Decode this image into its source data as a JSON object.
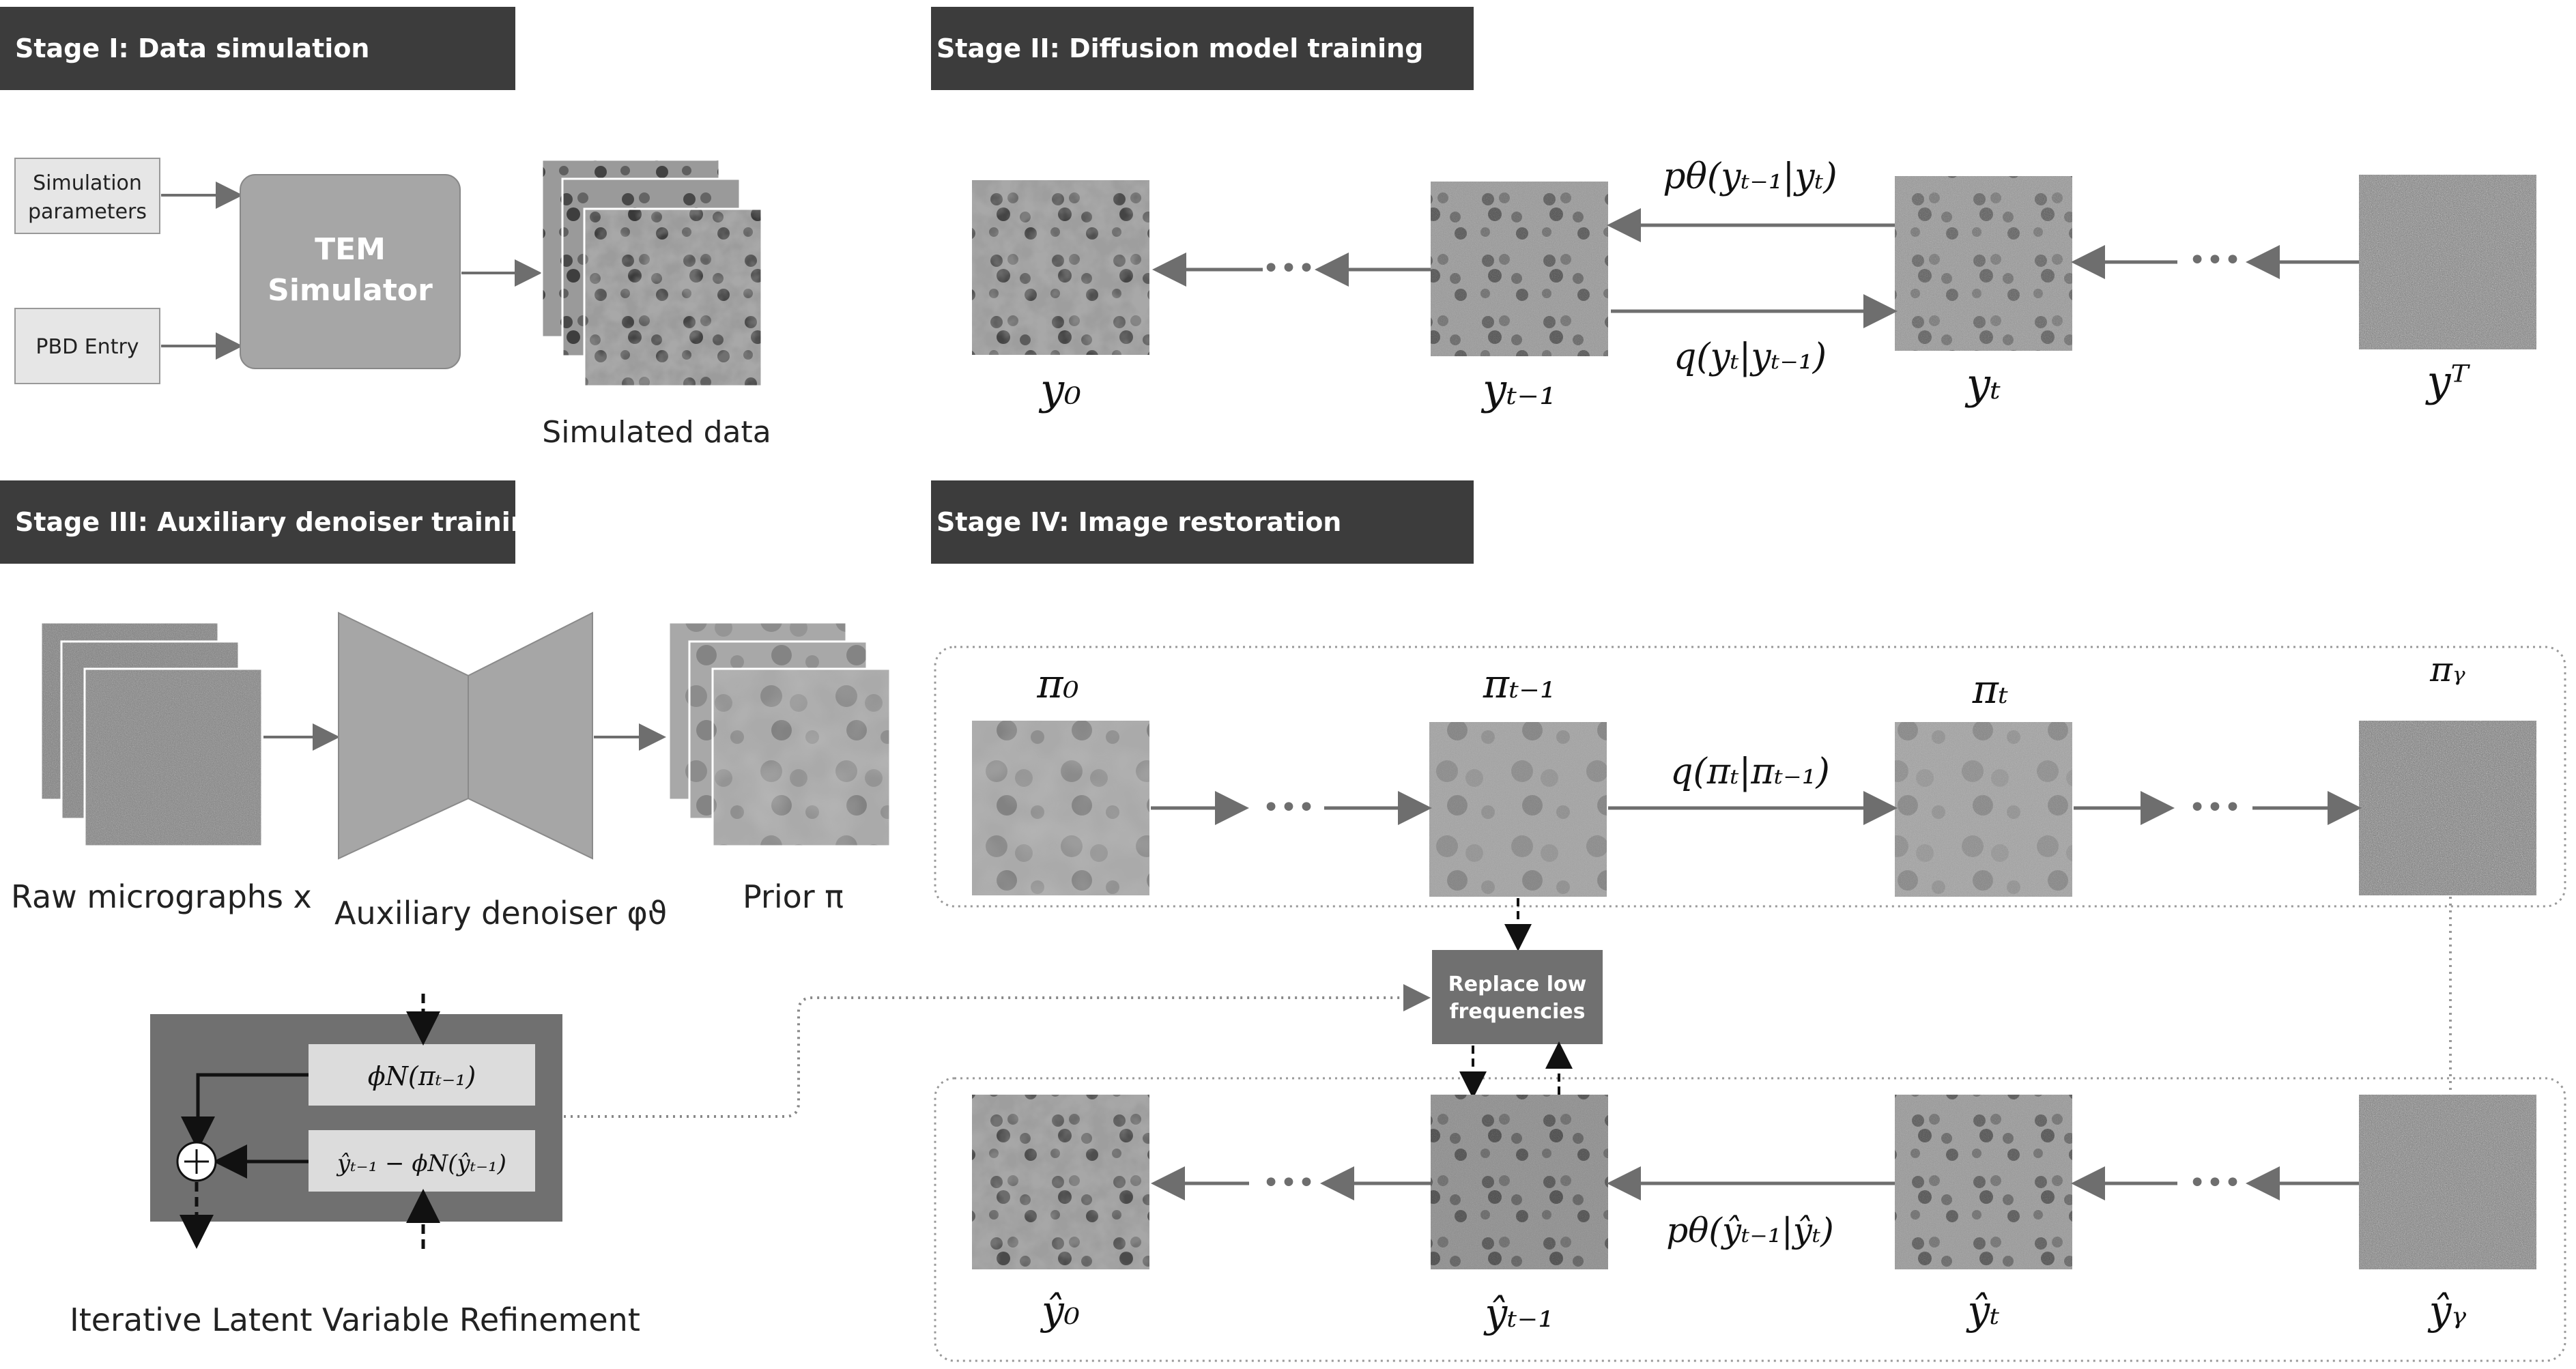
{
  "stage1": {
    "header": "Stage I: Data simulation",
    "input_sim": [
      "Simulation",
      "parameters"
    ],
    "input_pbd": "PBD Entry",
    "simulator": [
      "TEM",
      "Simulator"
    ],
    "output_label": "Simulated data"
  },
  "stage2": {
    "header": "Stage II: Diffusion model training",
    "labels": {
      "y0": "y₀",
      "ytm1": "yₜ₋₁",
      "yt": "yₜ",
      "yT": "yᵀ"
    },
    "reverse": "pθ(yₜ₋₁|yₜ)",
    "forward": "q(yₜ|yₜ₋₁)",
    "ellipsis": "•••"
  },
  "stage3": {
    "header": "Stage III: Auxiliary denoiser training",
    "raw_label": "Raw micrographs x",
    "denoiser_label": "Auxiliary denoiser  φϑ",
    "prior_label": "Prior  π"
  },
  "stage4": {
    "header": "Stage IV: Image restoration",
    "pi_labels": {
      "pi0": "π₀",
      "pitm1": "πₜ₋₁",
      "pit": "πₜ",
      "pigamma": "πᵧ"
    },
    "pi_forward": "q(πₜ|πₜ₋₁)",
    "replace": [
      "Replace low",
      "frequencies"
    ],
    "yhat_labels": {
      "y0": "ŷ₀",
      "ytm1": "ŷₜ₋₁",
      "yt": "ŷₜ",
      "ygamma": "ŷᵧ"
    },
    "yhat_reverse": "pθ(ŷₜ₋₁|ŷₜ)"
  },
  "ilvr": {
    "phi_pi": "ϕN(πₜ₋₁)",
    "phi_y": "ŷₜ₋₁ − ϕN(ŷₜ₋₁)",
    "title": "Iterative Latent Variable Refinement"
  }
}
